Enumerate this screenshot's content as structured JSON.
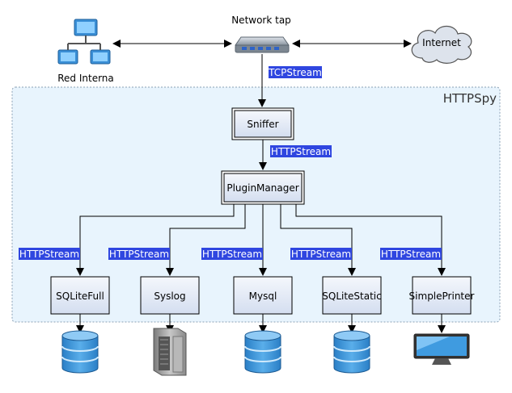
{
  "labels": {
    "network_tap": "Network tap",
    "red_interna": "Red Interna",
    "internet": "Internet",
    "region": "HTTPSpy"
  },
  "nodes": {
    "sniffer": "Sniffer",
    "plugin_manager": "PluginManager",
    "plugins": [
      "SQLiteFull",
      "Syslog",
      "Mysql",
      "SQLiteStatic",
      "SimplePrinter"
    ]
  },
  "streams": {
    "tcp": "TCPStream",
    "http_sniffer": "HTTPStream",
    "plugin_streams": [
      "HTTPStream",
      "HTTPStream",
      "HTTPStream",
      "HTTPStream",
      "HTTPStream"
    ]
  },
  "icons": {
    "sink_icons": [
      "database-icon",
      "server-icon",
      "database-icon",
      "database-icon",
      "monitor-icon"
    ]
  },
  "colors": {
    "badge": "#2f46e0",
    "region_fill": "#e8f4fd",
    "box_fill": "#e6ecf7"
  }
}
